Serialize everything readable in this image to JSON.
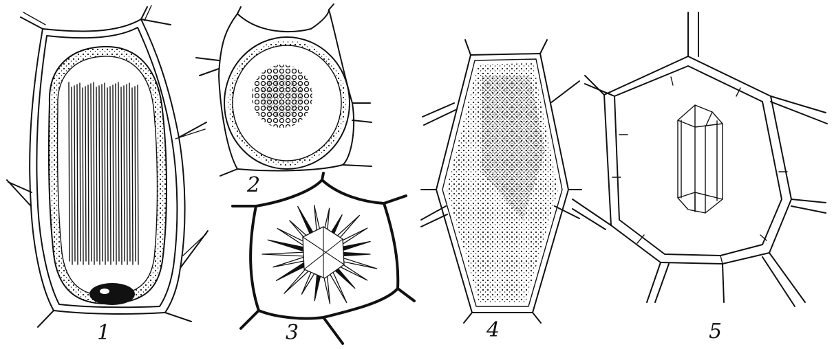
{
  "figure": {
    "labels": {
      "cell_1": "1",
      "cell_2": "2",
      "cell_3": "3",
      "cell_4": "4",
      "cell_5": "5"
    },
    "colors": {
      "ink": "#111111",
      "background": "#ffffff"
    }
  }
}
